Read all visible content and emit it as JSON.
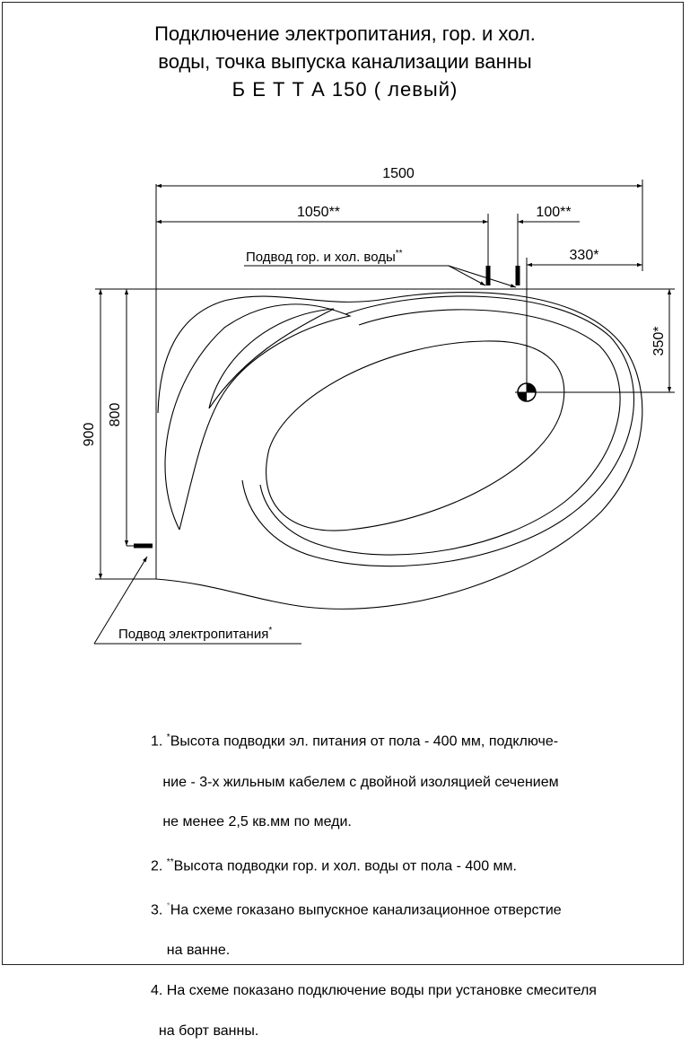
{
  "title": {
    "line1": "Подключение электропитания, гор. и хол.",
    "line2": "воды, точка выпуска канализации ванны",
    "line3": "Б Е Т Т А 150   ( левый)"
  },
  "dimensions": {
    "overall_width": "1500",
    "left_to_hot": "1050**",
    "between_pipes": "100**",
    "drain_from_right": "330*",
    "drain_from_top": "350*",
    "overall_depth": "900",
    "power_height": "800"
  },
  "labels": {
    "water_supply": "Подвод гор. и хол. воды",
    "water_supply_mark": "**",
    "power_supply": "Подвод электропитания",
    "power_supply_mark": "*"
  },
  "notes": [
    {
      "num": "1.",
      "mark": "*",
      "lines": [
        "Высота подводки эл. питания от пола - 400 мм, подключе-",
        "ние - 3-х жильным кабелем с двойной изоляцией сечением",
        "не менее 2,5 кв.мм по меди."
      ]
    },
    {
      "num": "2.",
      "mark": "**",
      "lines": [
        "Высота подводки гор. и хол. воды от пола - 400 мм."
      ]
    },
    {
      "num": "3.",
      "mark": "*",
      "lines": [
        "На схеме гоказано выпускное канализационное отверстие",
        "на ванне."
      ]
    },
    {
      "num": "4.",
      "mark": "",
      "lines": [
        "На схеме показано подключение воды при установке смесителя",
        "на борт ванны."
      ]
    }
  ]
}
